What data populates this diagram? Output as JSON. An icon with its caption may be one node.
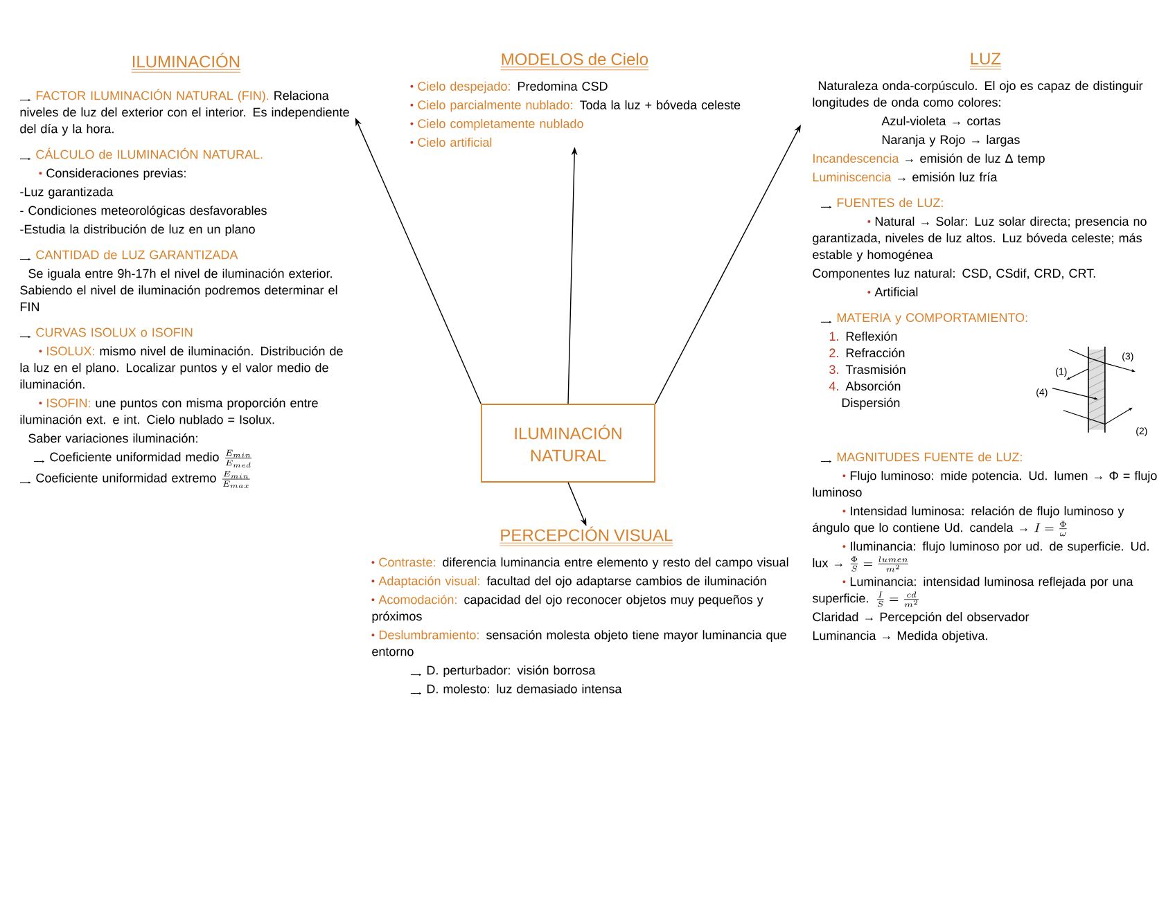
{
  "diagram": {
    "nodes": [
      {
        "text": [
          "ILUMINACIÓN",
          "FACTOR ILUMINACIÓN NATURAL (FIN).",
          "Relaciona niveles de luz del exterior con el interior. Es independiente del día y la hora.",
          "CÁLCULO de ILUMINACIÓN NATURAL.",
          "Consideraciones previas:",
          "-Luz garantizada",
          "- Condiciones meteorológicas desfavorables",
          "-Estudia la distribución de luz en un plano",
          "CANTIDAD de LUZ GARANTIZADA",
          "Se iguala entre 9h-17h el nivel de iluminación exterior. Sabiendo el nivel de iluminación podremos determinar el FIN",
          "CURVAS ISOLUX o ISOFIN",
          "ISOLUX:",
          "mismo nivel de iluminación. Distribución de la luz en el plano. Localizar puntos y el valor medio de iluminación.",
          "ISOFIN:",
          "une puntos con misma proporción entre iluminación ext. e int. Cielo nublado = Isolux.",
          "Saber variaciones iluminación:",
          "Coeficiente uniformidad medio",
          "\\frac{E_{min}}{E_{med}}",
          "Coeficiente uniformidad extremo",
          "\\frac{E_{min}}{E_{max}}"
        ]
      },
      {
        "text": [
          "MODELOS de Cielo",
          "Cielo despejado:",
          "Predomina CSD",
          "Cielo parcialmente nublado:",
          "Toda la luz + bóveda celeste",
          "Cielo completamente nublado",
          "Cielo artificial"
        ]
      },
      {
        "text": [
          "LUZ",
          "Naturaleza onda-corpúsculo. El ojo es capaz de distinguir longitudes de onda como colores:",
          "Azul-violeta → cortas",
          "Naranja y Rojo → largas",
          "Incandescencia",
          "→ emisión de luz Δ temp",
          "Luminiscencia",
          "→ emisión luz fría",
          "FUENTES de LUZ:",
          "Natural → Solar: Luz solar directa; presencia no garantizada, niveles de luz altos. Luz bóveda celeste; más estable y homogénea",
          "Componentes luz natural: CSD, CSdif, CRD, CRT.",
          "Artificial",
          "MATERIA y COMPORTAMIENTO:",
          "1.",
          "Reflexión",
          "2.",
          "Refracción",
          "3.",
          "Trasmisión",
          "4.",
          "Absorción",
          "Dispersión",
          "MAGNITUDES FUENTE de LUZ:",
          "Flujo luminoso: mide potencia. Ud. lumen → Φ = flujo luminoso",
          "Intensidad luminosa: relación de flujo luminoso y ángulo que lo contiene Ud. candela →",
          "I = \\frac{\\Phi}{\\omega}",
          "Iluminancia: flujo luminoso por ud. de superficie. Ud. lux →",
          "\\frac{\\Phi}{S} = \\frac{lumen}{m^2}",
          "Luminancia: intensidad luminosa reflejada por una superficie.",
          "\\frac{I}{S} = \\frac{cd}{m^2}",
          "Claridad → Percepción del observador",
          "Luminancia → Medida objetiva."
        ]
      },
      {
        "text": [
          "ILUMINACIÓN NATURAL"
        ]
      },
      {
        "text": [
          "PERCEPCIÓN VISUAL",
          "Contraste:",
          "diferencia luminancia entre elemento y resto del campo visual",
          "Adaptación visual:",
          "facultad del ojo adaptarse cambios de iluminación",
          "Acomodación:",
          "capacidad del ojo reconocer objetos muy pequeños y próximos",
          "Deslumbramiento:",
          "sensación molesta objeto tiene mayor luminancia que entorno",
          "D. perturbador: visión borrosa",
          "D. molesto: luz demasiado intensa"
        ]
      }
    ],
    "edges": [
      {
        "from": 3,
        "to": 0,
        "arrow": "to"
      },
      {
        "from": 3,
        "to": 1,
        "arrow": "to"
      },
      {
        "from": 3,
        "to": 2,
        "arrow": "to"
      },
      {
        "from": 3,
        "to": 4,
        "arrow": "to"
      }
    ],
    "labels": [
      "(3)",
      "(1)",
      "(4)",
      "(2)"
    ]
  }
}
